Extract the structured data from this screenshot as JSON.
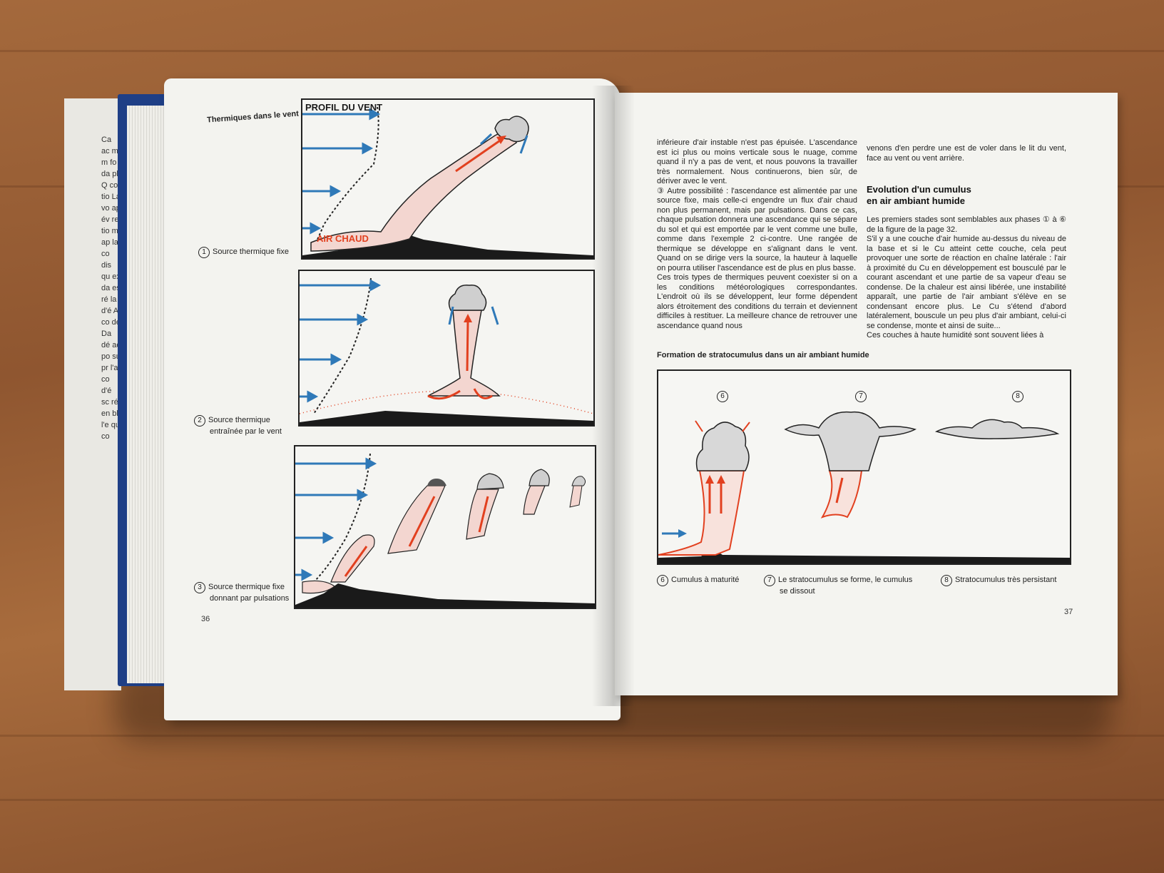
{
  "left_page": {
    "figure_title": "Thermiques dans le vent",
    "profile_label": "PROFIL DU VENT",
    "warm_air_label": "AIR CHAUD",
    "captions": [
      {
        "num": "1",
        "text": "Source thermique fixe"
      },
      {
        "num": "2",
        "line1": "Source thermique",
        "line2": "entraînée par le vent"
      },
      {
        "num": "3",
        "line1": "Source thermique fixe",
        "line2": "donnant par pulsations"
      }
    ],
    "page_number": "36"
  },
  "right_page": {
    "col1": [
      "inférieure d'air instable n'est pas épuisée. L'ascendance est ici plus ou moins verticale sous le nuage, comme quand il n'y a pas de vent, et nous pouvons la travailler très normalement. Nous continuerons, bien sûr, de dériver avec le vent.",
      "③ Autre possibilité : l'ascendance est alimentée par une source fixe, mais celle-ci engendre un flux d'air chaud non plus permanent, mais par pulsations. Dans ce cas, chaque pulsation donnera une ascendance qui se sépare du sol et qui est emportée par le vent comme une bulle, comme dans l'exemple 2 ci-contre. Une rangée de thermique se développe en s'alignant dans le vent. Quand on se dirige vers la source, la hauteur à laquelle on pourra utiliser l'ascendance est de plus en plus basse.",
      "Ces trois types de thermiques peuvent coexister si on a les conditions météorologiques correspondantes. L'endroit où ils se développent, leur forme dépendent alors étroitement des conditions du terrain et deviennent difficiles à restituer. La meilleure chance de retrouver une ascendance quand nous"
    ],
    "col2_top": "venons d'en perdre une est de voler dans le lit du vent, face au vent ou vent arrière.",
    "heading_line1": "Evolution d'un cumulus",
    "heading_line2": "en air ambiant humide",
    "col2": [
      "Les premiers stades sont semblables aux phases ① à ⑥ de la figure de la page 32.",
      "S'il y a une couche d'air humide au-dessus du niveau de la base et si le Cu atteint cette couche, cela peut provoquer une sorte de réaction en chaîne latérale : l'air à proximité du Cu en développement est bousculé par le courant ascendant et une partie de sa vapeur d'eau se condense. De la chaleur est ainsi libérée, une instabilité apparaît, une partie de l'air ambiant s'élève en se condensant encore plus. Le Cu s'étend d'abord latéralement, bouscule un peu plus d'air ambiant, celui-ci se condense, monte et ainsi de suite...",
      "Ces couches à haute humidité sont souvent liées à"
    ],
    "figure_title": "Formation de stratocumulus dans un air ambiant humide",
    "stage_labels": [
      "6",
      "7",
      "8"
    ],
    "captions": [
      {
        "num": "6",
        "text": "Cumulus à maturité"
      },
      {
        "num": "7",
        "line1": "Le stratocumulus se forme, le cumulus",
        "line2": "se dissout"
      },
      {
        "num": "8",
        "text": "Stratocumulus très persistant"
      }
    ],
    "page_number": "37"
  },
  "colors": {
    "arrow_blue": "#2f79b8",
    "arrow_red": "#e2401f",
    "ink": "#1a1a1a",
    "paper": "#f4f4f0"
  }
}
